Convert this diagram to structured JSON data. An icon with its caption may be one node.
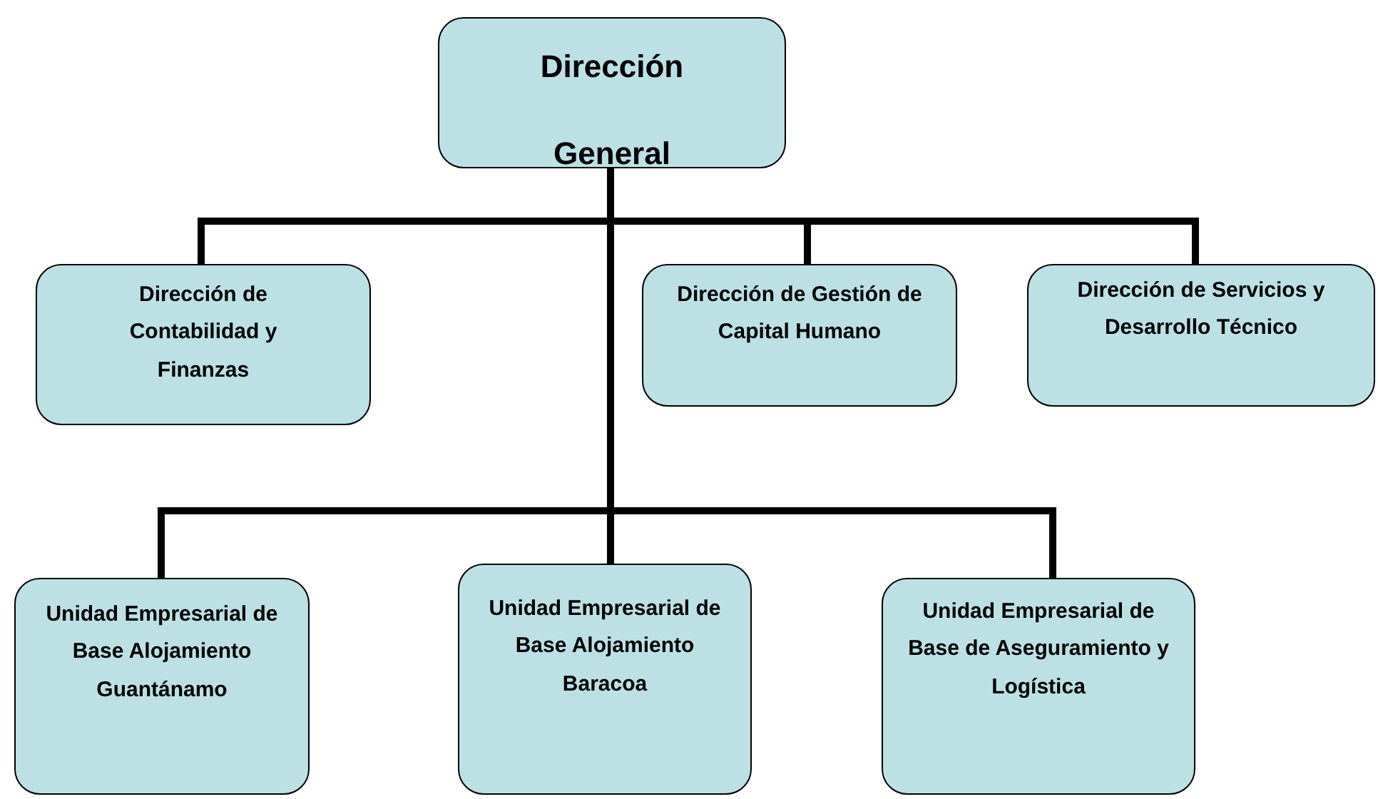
{
  "diagram": {
    "nodes": [
      {
        "text": [
          "Dirección General"
        ]
      },
      {
        "text": [
          "Dirección de Contabilidad y Finanzas"
        ]
      },
      {
        "text": [
          "Dirección de Gestión de Capital Humano"
        ]
      },
      {
        "text": [
          "Dirección de Servicios y Desarrollo Técnico"
        ]
      },
      {
        "text": [
          "Unidad Empresarial de Base Alojamiento Guantánamo"
        ]
      },
      {
        "text": [
          "Unidad Empresarial de Base Alojamiento Baracoa"
        ]
      },
      {
        "text": [
          "Unidad Empresarial de Base de Aseguramiento y Logística"
        ]
      }
    ],
    "edges": [
      {
        "from": 0,
        "to": 1,
        "arrow": "none"
      },
      {
        "from": 0,
        "to": 2,
        "arrow": "none"
      },
      {
        "from": 0,
        "to": 3,
        "arrow": "none"
      },
      {
        "from": 0,
        "to": 4,
        "arrow": "none"
      },
      {
        "from": 0,
        "to": 5,
        "arrow": "none"
      },
      {
        "from": 0,
        "to": 6,
        "arrow": "none"
      }
    ]
  }
}
